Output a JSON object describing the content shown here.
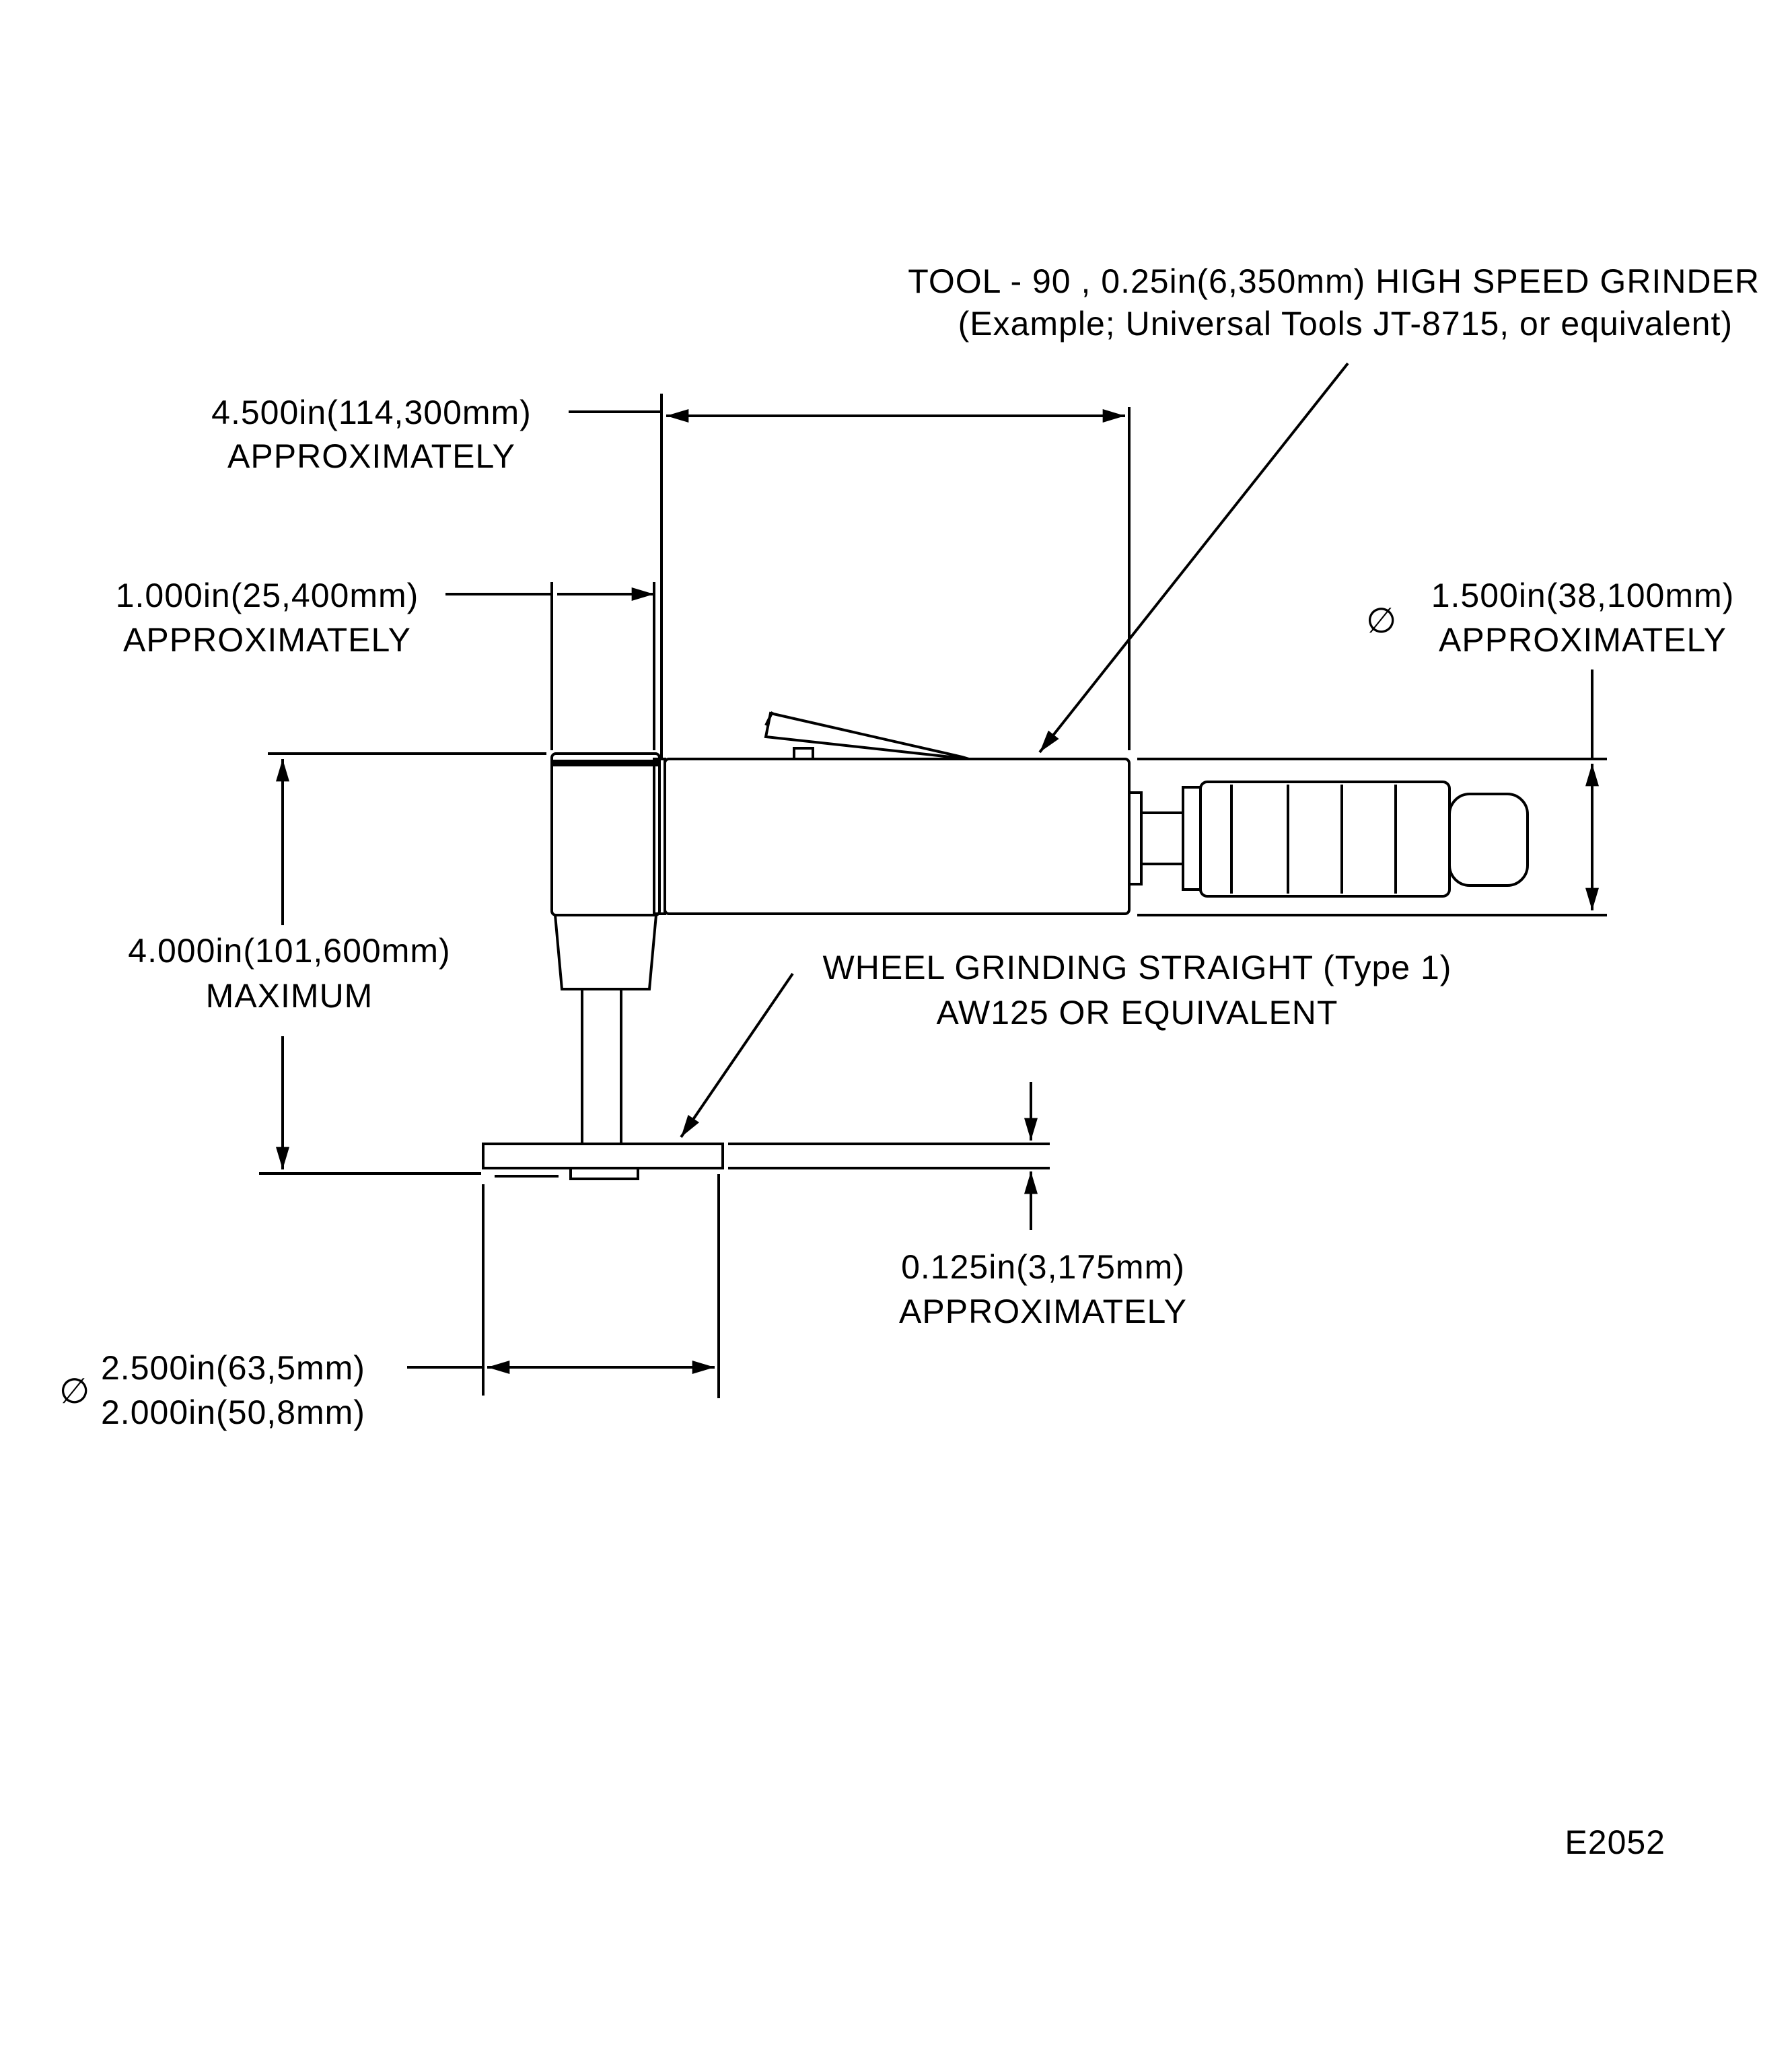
{
  "labels": {
    "tool_line1": "TOOL - 90  , 0.25in(6,350mm) HIGH SPEED GRINDER",
    "tool_line2": "(Example; Universal Tools JT-8715, or equivalent)",
    "length_value": "4.500in(114,300mm)",
    "length_note": "APPROXIMATELY",
    "head_value": "1.000in(25,400mm)",
    "head_note": "APPROXIMATELY",
    "body_dia_value": "1.500in(38,100mm)",
    "body_dia_note": "APPROXIMATELY",
    "height_value": "4.000in(101,600mm)",
    "height_note": "MAXIMUM",
    "wheel_line1": "WHEEL GRINDING STRAIGHT (Type 1)",
    "wheel_line2": "AW125 OR EQUIVALENT",
    "thickness_value": "0.125in(3,175mm)",
    "thickness_note": "APPROXIMATELY",
    "wheel_dia_max": "2.500in(63,5mm)",
    "wheel_dia_min": "2.000in(50,8mm)",
    "figure_id": "E2052"
  },
  "symbols": {
    "diameter": "∅"
  }
}
